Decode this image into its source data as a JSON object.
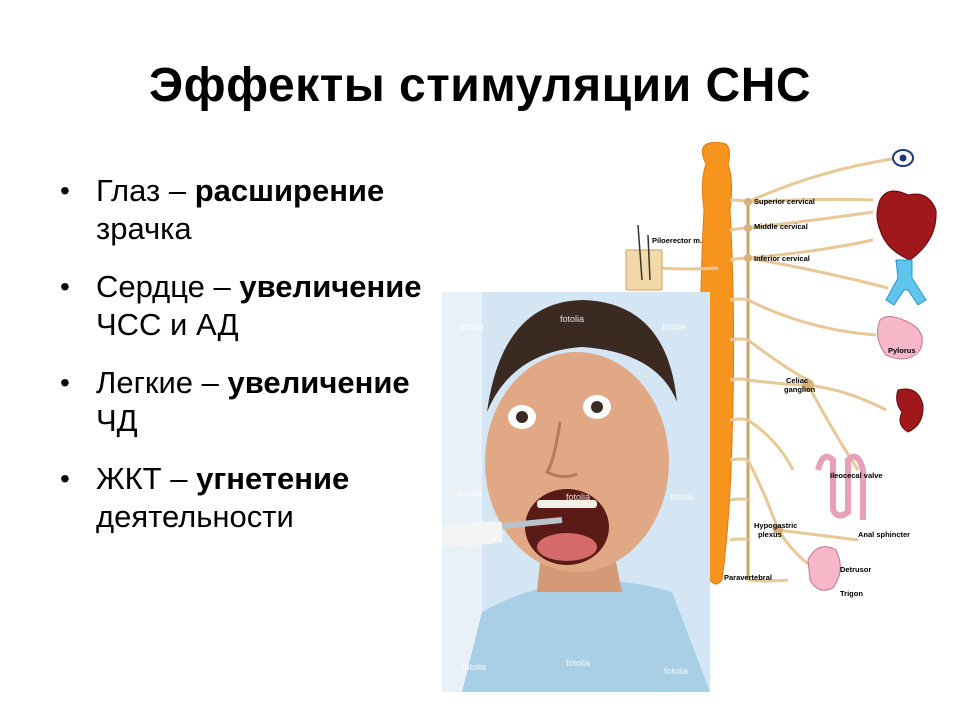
{
  "slide": {
    "title": "Эффекты стимуляции СНС",
    "bullets": [
      {
        "a": "Глаз – ",
        "b": "расширение",
        "c": " зрачка"
      },
      {
        "a": "Сердце – ",
        "b": "увеличение",
        "c": " ЧСС и АД"
      },
      {
        "a": "Легкие – ",
        "b": "увеличение",
        "c": " ЧД"
      },
      {
        "a": "ЖКТ – ",
        "b": "угнетение",
        "c": " деятельности"
      }
    ]
  },
  "diagram": {
    "labels": {
      "pilo": "Piloerector m.",
      "superior": "Superior cervical",
      "middle": "Middle cervical",
      "inferior": "Inferior cervical",
      "pylorus": "Pylorus",
      "celiac1": "Celiac",
      "celiac2": "ganglion",
      "ileocecal": "Ileocecal valve",
      "hypo1": "Hypogastric",
      "hypo2": "plexus",
      "anal": "Anal sphincter",
      "paraverteb": "Paravertebral",
      "detrusor": "Detrusor",
      "trigon": "Trigon"
    }
  },
  "photo": {
    "watermark": "fotolia"
  }
}
